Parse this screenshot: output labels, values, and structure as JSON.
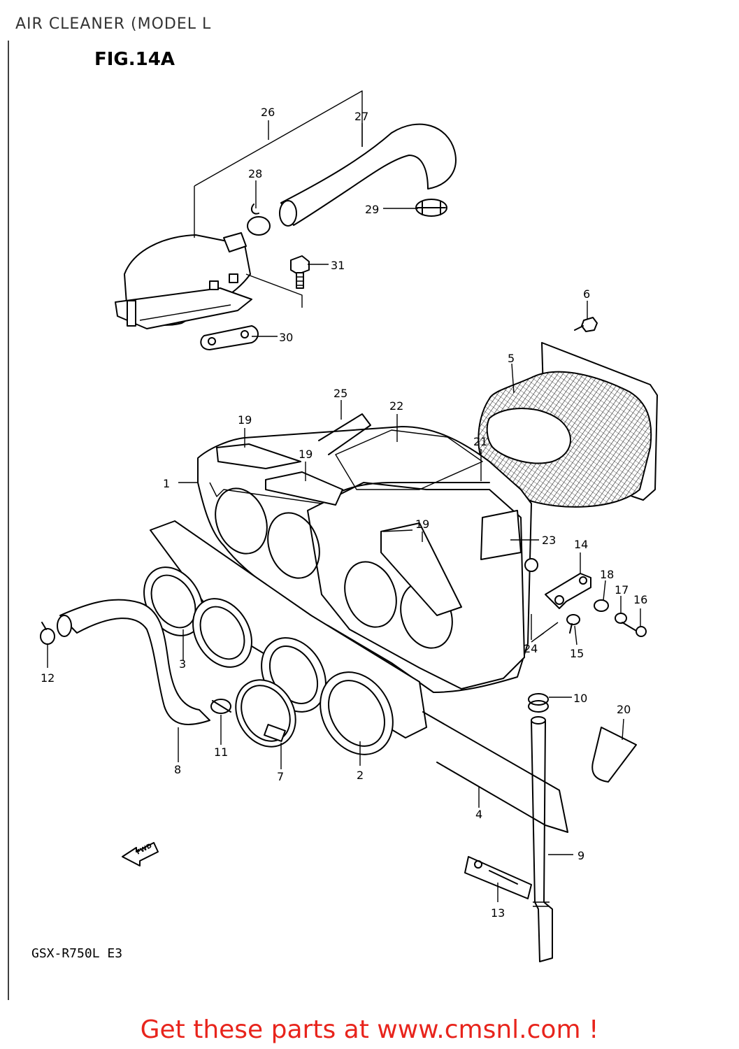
{
  "header": {
    "title": "AIR CLEANER (MODEL L",
    "figure": "FIG.14A"
  },
  "footer": {
    "model_code": "GSX-R750L  E3",
    "cta": "Get these parts at www.cmsnl.com !"
  },
  "diagram": {
    "fwd_arrow_text": "FWD",
    "callouts": [
      {
        "id": "c1",
        "label": "1"
      },
      {
        "id": "c2",
        "label": "2"
      },
      {
        "id": "c3",
        "label": "3"
      },
      {
        "id": "c4",
        "label": "4"
      },
      {
        "id": "c5",
        "label": "5"
      },
      {
        "id": "c6",
        "label": "6"
      },
      {
        "id": "c7",
        "label": "7"
      },
      {
        "id": "c8",
        "label": "8"
      },
      {
        "id": "c9",
        "label": "9"
      },
      {
        "id": "c10",
        "label": "10"
      },
      {
        "id": "c11",
        "label": "11"
      },
      {
        "id": "c12",
        "label": "12"
      },
      {
        "id": "c13",
        "label": "13"
      },
      {
        "id": "c14",
        "label": "14"
      },
      {
        "id": "c15",
        "label": "15"
      },
      {
        "id": "c16",
        "label": "16"
      },
      {
        "id": "c17",
        "label": "17"
      },
      {
        "id": "c18",
        "label": "18"
      },
      {
        "id": "c19a",
        "label": "19"
      },
      {
        "id": "c19b",
        "label": "19"
      },
      {
        "id": "c19c",
        "label": "19"
      },
      {
        "id": "c20",
        "label": "20"
      },
      {
        "id": "c21",
        "label": "21"
      },
      {
        "id": "c22",
        "label": "22"
      },
      {
        "id": "c23",
        "label": "23"
      },
      {
        "id": "c24",
        "label": "24"
      },
      {
        "id": "c25",
        "label": "25"
      },
      {
        "id": "c26",
        "label": "26"
      },
      {
        "id": "c27",
        "label": "27"
      },
      {
        "id": "c28",
        "label": "28"
      },
      {
        "id": "c29",
        "label": "29"
      },
      {
        "id": "c30",
        "label": "30"
      },
      {
        "id": "c31",
        "label": "31"
      }
    ]
  }
}
